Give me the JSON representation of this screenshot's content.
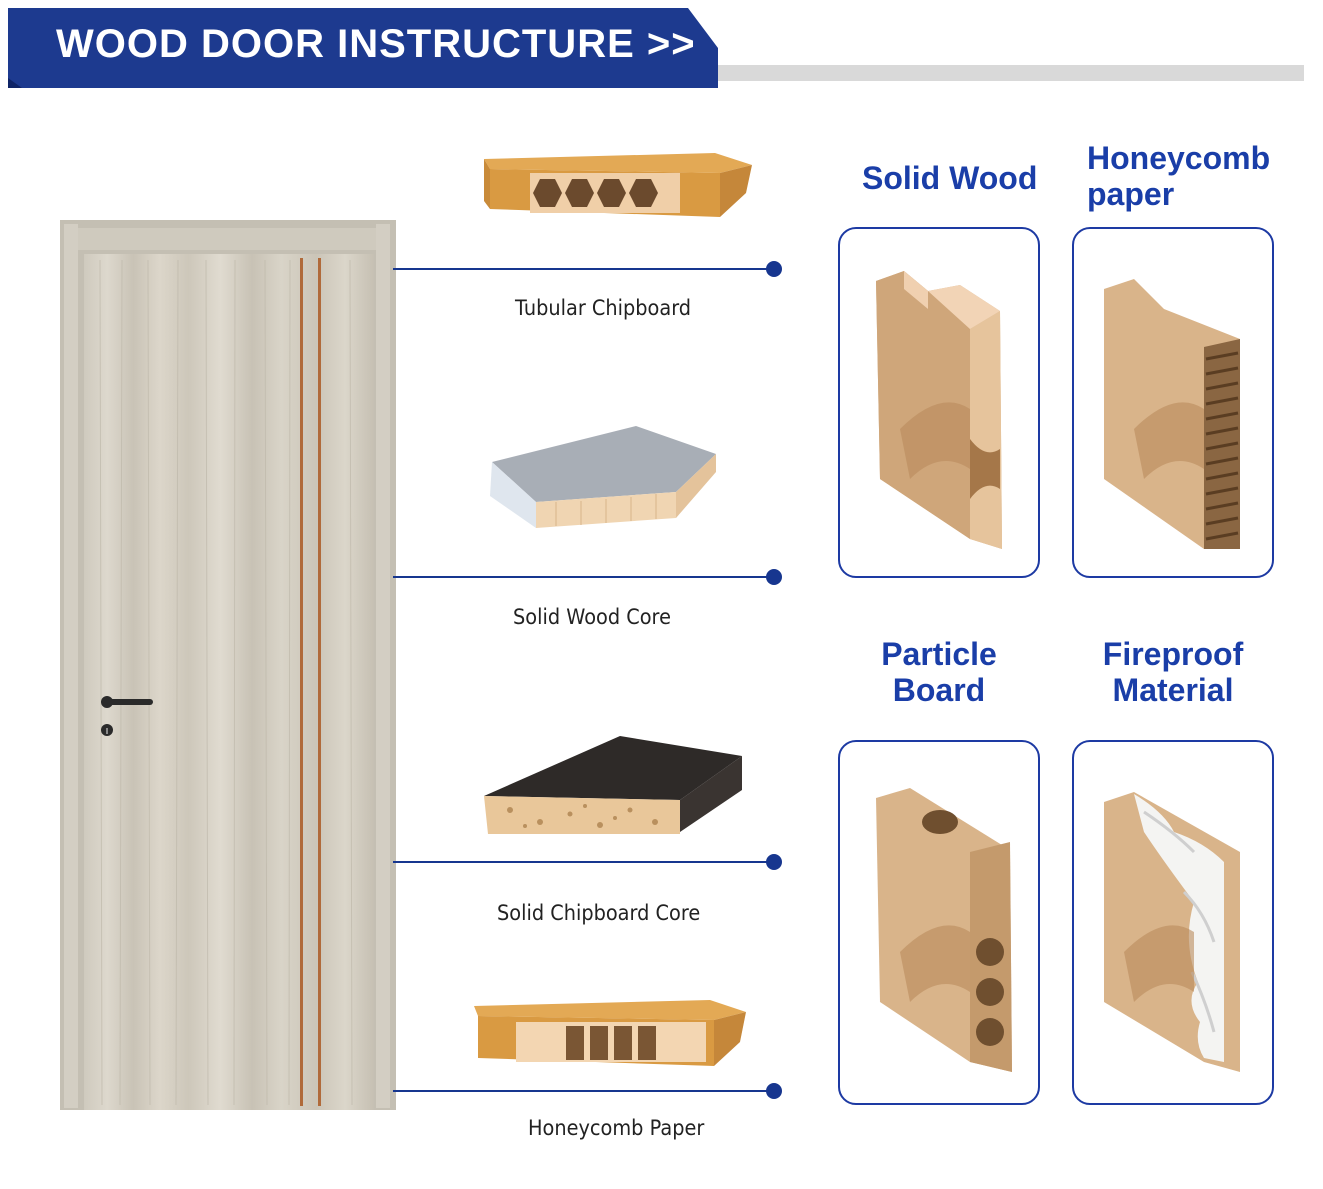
{
  "header": {
    "title": "WOOD DOOR INSTRUCTURE >>",
    "color": "#1d3a8f"
  },
  "core_types": [
    {
      "label": "Tubular Chipboard"
    },
    {
      "label": "Solid Wood Core"
    },
    {
      "label": "Solid Chipboard Core"
    },
    {
      "label": "Honeycomb Paper"
    }
  ],
  "materials": [
    {
      "title_line1": "Solid Wood",
      "title_line2": ""
    },
    {
      "title_line1": "Honeycomb",
      "title_line2": "paper"
    },
    {
      "title_line1": "Particle",
      "title_line2": "Board"
    },
    {
      "title_line1": "Fireproof",
      "title_line2": "Material"
    }
  ],
  "colors": {
    "accent": "#17368f",
    "title_blue": "#1a3ea8",
    "wood": "#d9b48a",
    "door": "#d6d2c8"
  }
}
